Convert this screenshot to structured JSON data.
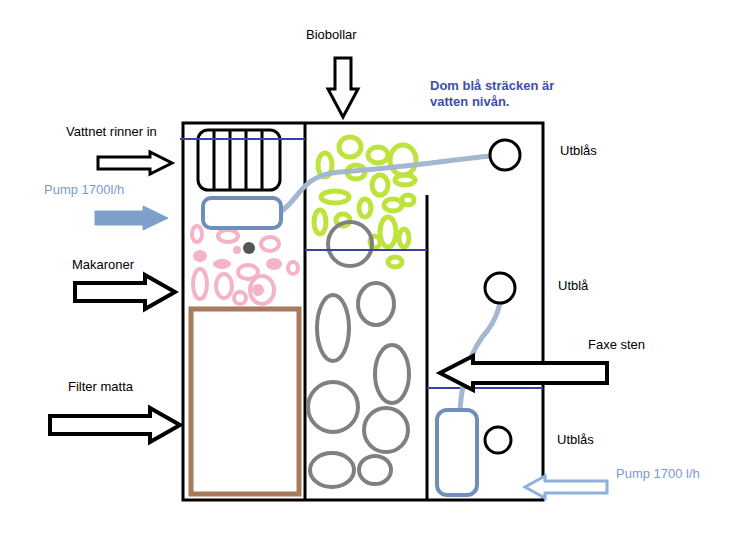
{
  "diagram": {
    "labels": [
      "Biobollar",
      "Dom blå sträcken är vatten nivån.",
      "Vattnet rinner in",
      "Pump 1700l/h",
      "Makaroner",
      "Filter matta",
      "Utblås",
      "Utblå",
      "Faxe sten",
      "Utblås",
      "Pump 1700 l/h"
    ]
  }
}
